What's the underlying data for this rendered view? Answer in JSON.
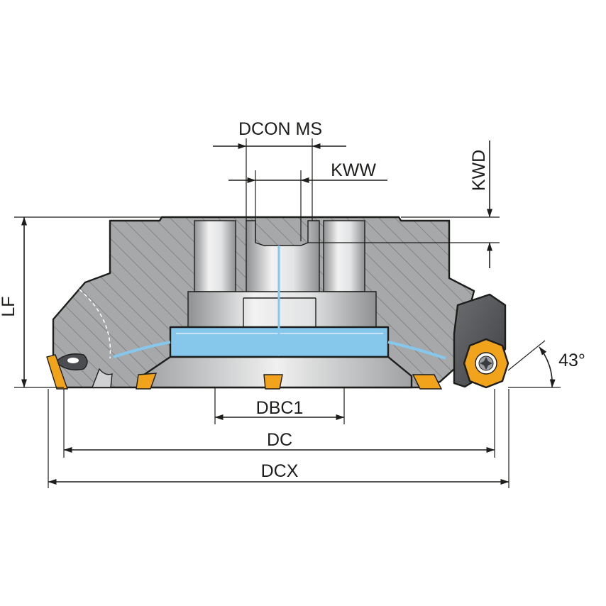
{
  "title": "Face mill cutter body cross-section with dimensions",
  "colors": {
    "body_gray": "#a4a6a8",
    "hatch": "#7a7c7e",
    "coolant_blue": "#86c8ec",
    "insert_orange": "#f2a31c",
    "steel_light": "#d6d7d8",
    "line": "#1d1d1b"
  },
  "labels": {
    "dcon_ms": "DCON MS",
    "kww": "KWW",
    "kwd": "KWD",
    "lf": "LF",
    "angle": "43°",
    "dbc1": "DBC1",
    "dc": "DC",
    "dcx": "DCX"
  }
}
